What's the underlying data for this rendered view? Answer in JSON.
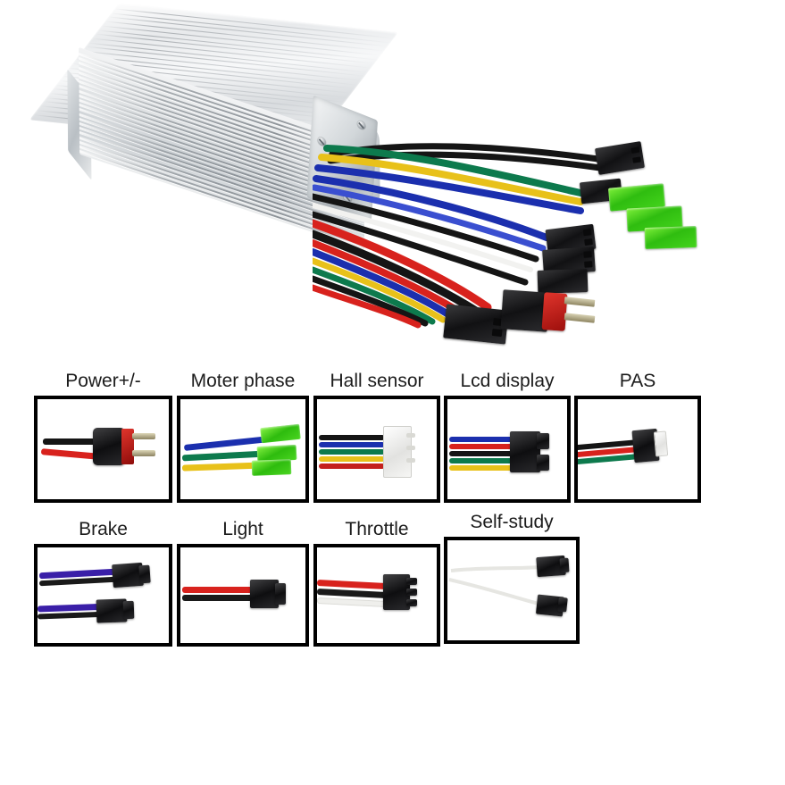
{
  "product": {
    "name": "brushless-dc-motor-controller",
    "case_material_look": "ribbed aluminium",
    "screw_count": 3,
    "harness_description": "multi-colour wire harness with green bullet, black SM and red power connectors"
  },
  "palette": {
    "background": "#ffffff",
    "box_border": "#000000",
    "label_text": "#1c1c1c",
    "wire_black": "#151515",
    "wire_red": "#d8221d",
    "wire_blue": "#1b2fae",
    "wire_green": "#0d7a4d",
    "wire_yellow": "#e8c11a",
    "wire_white": "#f2f2f0",
    "wire_purple": "#3a1fa8",
    "connector_black": "#161618",
    "connector_green": "#35c714",
    "connector_red": "#c0201a",
    "connector_white": "#f3f3f1",
    "metal_light": "#f2f3f4",
    "metal_dark": "#b3b9be"
  },
  "connectors": {
    "row1": [
      {
        "label": "Power+/-",
        "name": "power-connector",
        "wires": [
          "black",
          "red"
        ],
        "connector_type": "deans-t-plug",
        "connector_colors": [
          "black",
          "red"
        ]
      },
      {
        "label": "Moter phase",
        "name": "motor-phase-connector",
        "wires": [
          "blue",
          "green",
          "yellow"
        ],
        "connector_type": "green-bullet",
        "connector_colors": [
          "green"
        ]
      },
      {
        "label": "Hall sensor",
        "name": "hall-sensor-connector",
        "wires": [
          "black",
          "blue",
          "green",
          "yellow",
          "red"
        ],
        "connector_type": "white-jst-6pin",
        "connector_colors": [
          "white"
        ]
      },
      {
        "label": "Lcd display",
        "name": "lcd-display-connector",
        "wires": [
          "blue",
          "red",
          "black",
          "green",
          "yellow"
        ],
        "connector_type": "black-sm-5pin",
        "connector_colors": [
          "black"
        ]
      },
      {
        "label": "PAS",
        "name": "pas-connector",
        "wires": [
          "black",
          "red",
          "green"
        ],
        "connector_type": "black-sm-3pin",
        "connector_colors": [
          "black"
        ]
      }
    ],
    "row2": [
      {
        "label": "Brake",
        "name": "brake-connector",
        "wires": [
          "purple",
          "black",
          "purple",
          "black"
        ],
        "connector_type": "black-sm-2pin-pair",
        "connector_colors": [
          "black"
        ]
      },
      {
        "label": "Light",
        "name": "light-connector",
        "wires": [
          "red",
          "black"
        ],
        "connector_type": "black-sm-2pin",
        "connector_colors": [
          "black"
        ]
      },
      {
        "label": "Throttle",
        "name": "throttle-connector",
        "wires": [
          "red",
          "black",
          "white"
        ],
        "connector_type": "black-sm-3pin",
        "connector_colors": [
          "black"
        ]
      },
      {
        "label": "Self-study",
        "name": "self-study-connector",
        "wires": [
          "white",
          "white"
        ],
        "connector_type": "black-sm-2pin-pair",
        "connector_colors": [
          "black"
        ]
      }
    ]
  }
}
